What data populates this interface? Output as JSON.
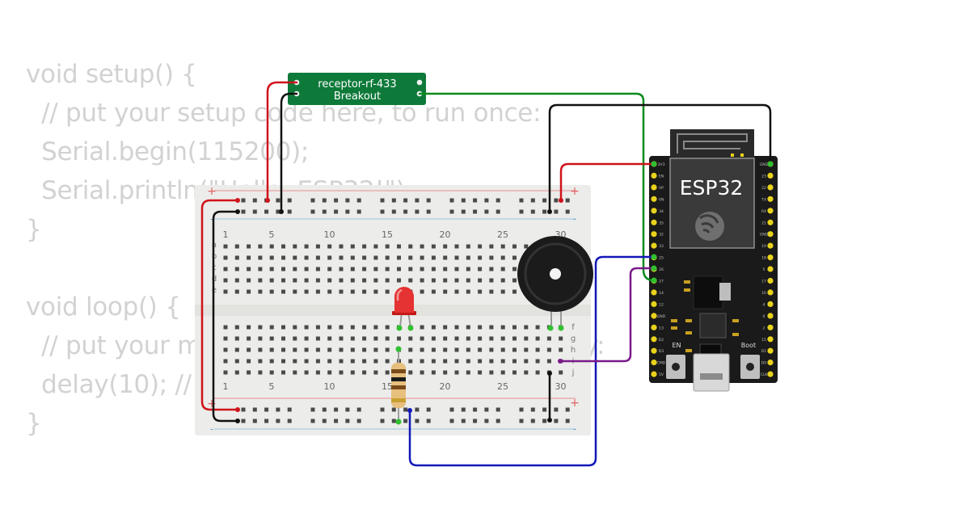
{
  "code": {
    "lines": [
      "void setup() {",
      "  // put your setup code here, to run once:",
      "  Serial.begin(115200);",
      "  Serial.println(\"Hello, ESP32!\");",
      "}",
      "",
      "void loop() {",
      "  // put your main code here, to run repeatedly:",
      "  delay(10); // this speeds up the simulation",
      "}"
    ]
  },
  "breadboard": {
    "column_numbers": [
      "1",
      "5",
      "10",
      "15",
      "20",
      "25",
      "30"
    ],
    "row_letters_top": [
      "a",
      "b",
      "c",
      "d",
      "e"
    ],
    "row_letters_bottom": [
      "f",
      "g",
      "h",
      "i",
      "j"
    ],
    "rail_plus": "+",
    "rail_minus": "-"
  },
  "rf_module": {
    "line1": "receptor-rf-433",
    "line2": "Breakout"
  },
  "esp32": {
    "label": "ESP32",
    "en_label": "EN",
    "boot_label": "Boot",
    "left_pins": [
      "3V3",
      "EN",
      "VP",
      "VN",
      "34",
      "35",
      "32",
      "33",
      "25",
      "26",
      "27",
      "14",
      "12",
      "GND",
      "13",
      "D2",
      "D3",
      "CMD",
      "5V"
    ],
    "right_pins": [
      "GND",
      "23",
      "22",
      "TX",
      "RX",
      "21",
      "GND",
      "19",
      "18",
      "5",
      "17",
      "16",
      "4",
      "0",
      "2",
      "15",
      "D1",
      "D0",
      "CLK"
    ]
  },
  "colors": {
    "wire_red": "#d0121a",
    "wire_black": "#111111",
    "wire_green": "#0b8a1e",
    "wire_blue": "#1218b8",
    "wire_purple": "#7a1a8a",
    "pcb_green": "#0e7a3a",
    "board_black": "#1a1a1a",
    "pin_gold": "#e8d21c"
  }
}
